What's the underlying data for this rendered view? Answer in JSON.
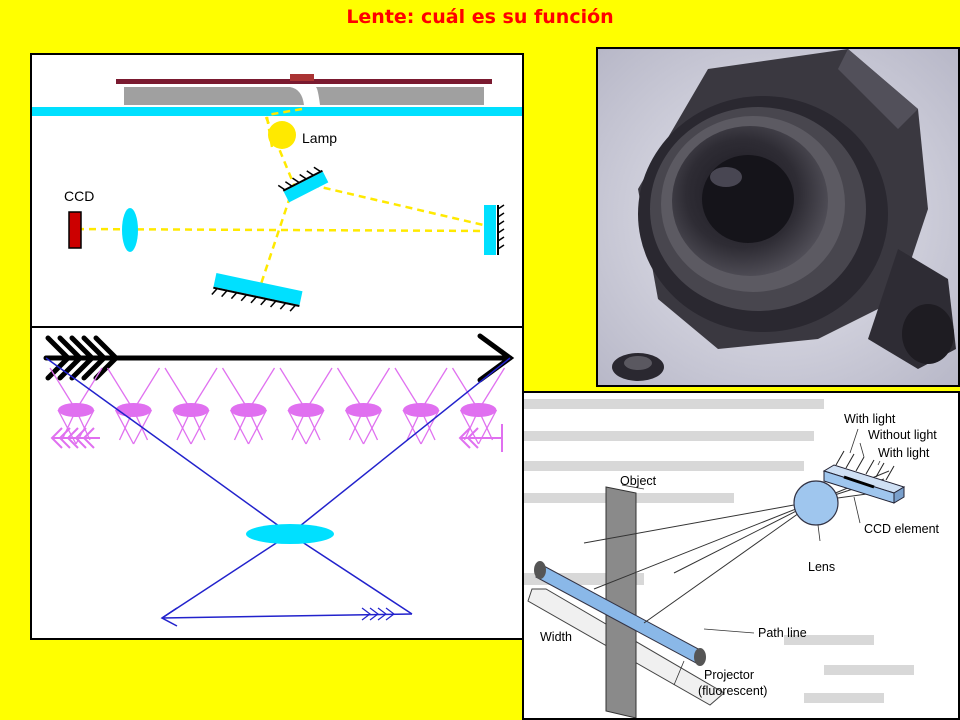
{
  "title": "Lente: cuál es su función",
  "scanner": {
    "lamp_label": "Lamp",
    "ccd_label": "CCD"
  },
  "sensor": {
    "labels": {
      "with_light_1": "With light",
      "without_light": "Without light",
      "with_light_2": "With light",
      "object": "Object",
      "ccd_element": "CCD element",
      "lens": "Lens",
      "path_line": "Path line",
      "width": "Width",
      "projector": "Projector",
      "fluorescent": "(fluorescent)"
    }
  },
  "colors": {
    "background": "#ffff00",
    "title": "#ff0000",
    "glass": "#00e0ff",
    "beam": "#ffe900",
    "lens_array": "#e070f0",
    "ray": "#2222cc"
  }
}
